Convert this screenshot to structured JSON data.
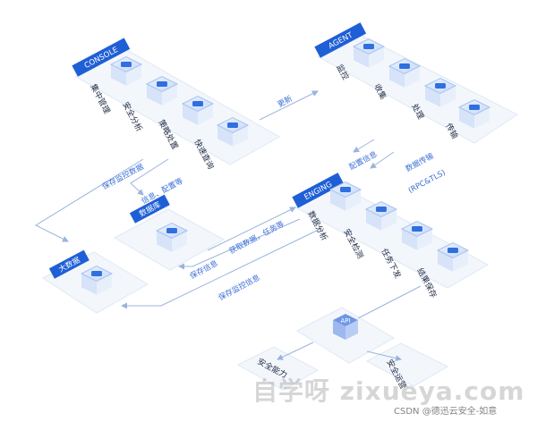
{
  "colors": {
    "accent": "#1f5fd6",
    "platform": "#f3f7fc",
    "line": "#9ab4dd",
    "label": "#3b6fd6"
  },
  "nodes": {
    "console": {
      "title": "CONSOLE",
      "modules": [
        "集中管理",
        "安全分析",
        "策略处置",
        "快速查询"
      ]
    },
    "agent": {
      "title": "AGENT",
      "modules": [
        "监控",
        "收集",
        "处理",
        "传输"
      ]
    },
    "engine": {
      "title": "ENGING",
      "modules": [
        "数据分析",
        "安全检测",
        "任务下发",
        "结果保存"
      ]
    },
    "database": {
      "title": "数据库"
    },
    "bigdata": {
      "title": "大数据"
    },
    "api": {
      "title": "API",
      "outputs": [
        "安全能力",
        "安全运营"
      ]
    }
  },
  "flows": {
    "update": "更新",
    "config_info": "配置信息",
    "data_transfer_1": "数据传输",
    "data_transfer_2": "(RPC&TLS)",
    "save_monitor": "保存监控数据",
    "info_config": "信息、配置等",
    "fetch_data": "获取数据，任务等",
    "save_info": "保存信息",
    "save_monitor_info": "保存监控信息"
  },
  "watermark": "自学呀 zixueya.com",
  "credit": "CSDN @德迅云安全-如意"
}
